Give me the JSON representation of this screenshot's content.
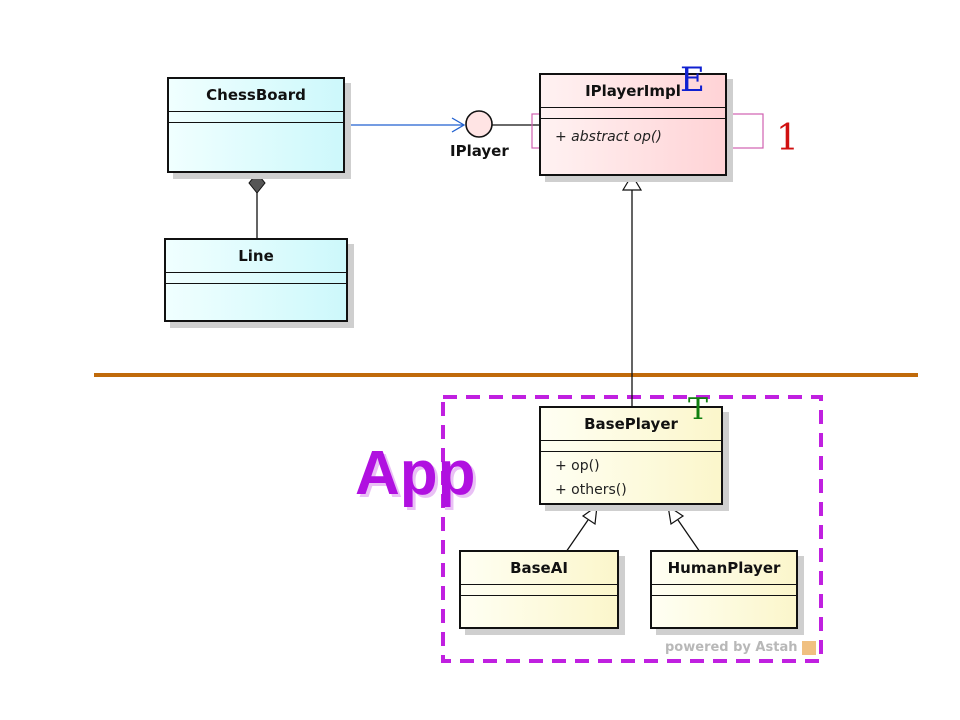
{
  "classes": {
    "chessboard": {
      "name": "ChessBoard"
    },
    "line": {
      "name": "Line"
    },
    "iplayerimpl": {
      "name": "IPlayerImpl",
      "operation": "+ abstract op()"
    },
    "baseplayer": {
      "name": "BasePlayer",
      "operations": [
        "+ op()",
        "+ others()"
      ]
    },
    "baseai": {
      "name": "BaseAI"
    },
    "humanplayer": {
      "name": "HumanPlayer"
    }
  },
  "interface": {
    "name": "IPlayer"
  },
  "annotations": {
    "e_mark": "E",
    "one_mark": "1",
    "t_mark": "T",
    "app_label": "App"
  },
  "watermark": "powered by Astah",
  "colors": {
    "separator": "#c06a0a",
    "dashed_box": "#c020e0",
    "app_text": "#b010e0",
    "e_mark": "#1020d0",
    "one_mark": "#d01010",
    "t_mark": "#108010",
    "highlight_box": "#d060b0",
    "dependency_arrow": "#2060d0"
  }
}
